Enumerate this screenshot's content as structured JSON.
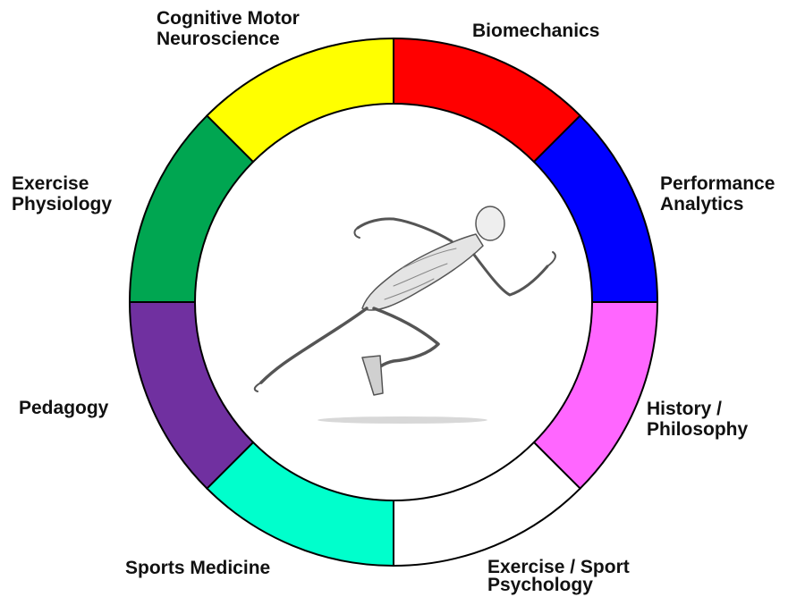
{
  "segments": [
    {
      "name": "segment-cognitive-motor-neuroscience",
      "label": [
        "Cognitive Motor",
        "Neuroscience"
      ],
      "color": "#ff0000"
    },
    {
      "name": "segment-biomechanics",
      "label": [
        "Biomechanics"
      ],
      "color": "#0000ff"
    },
    {
      "name": "segment-performance-analytics",
      "label": [
        "Performance",
        "Analytics"
      ],
      "color": "#ff66ff"
    },
    {
      "name": "segment-history-philosophy",
      "label": [
        "History /",
        "Philosophy"
      ],
      "color": "#ffffff"
    },
    {
      "name": "segment-exercise-sport-psychology",
      "label": [
        "Exercise / Sport",
        "Psychology"
      ],
      "color": "#00ffcc"
    },
    {
      "name": "segment-sports-medicine",
      "label": [
        "Sports Medicine"
      ],
      "color": "#7030a0"
    },
    {
      "name": "segment-pedagogy",
      "label": [
        "Pedagogy"
      ],
      "color": "#00a651"
    },
    {
      "name": "segment-exercise-physiology",
      "label": [
        "Exercise",
        "Physiology"
      ],
      "color": "#ffff00"
    }
  ],
  "center_image": "sprinter-sketch"
}
